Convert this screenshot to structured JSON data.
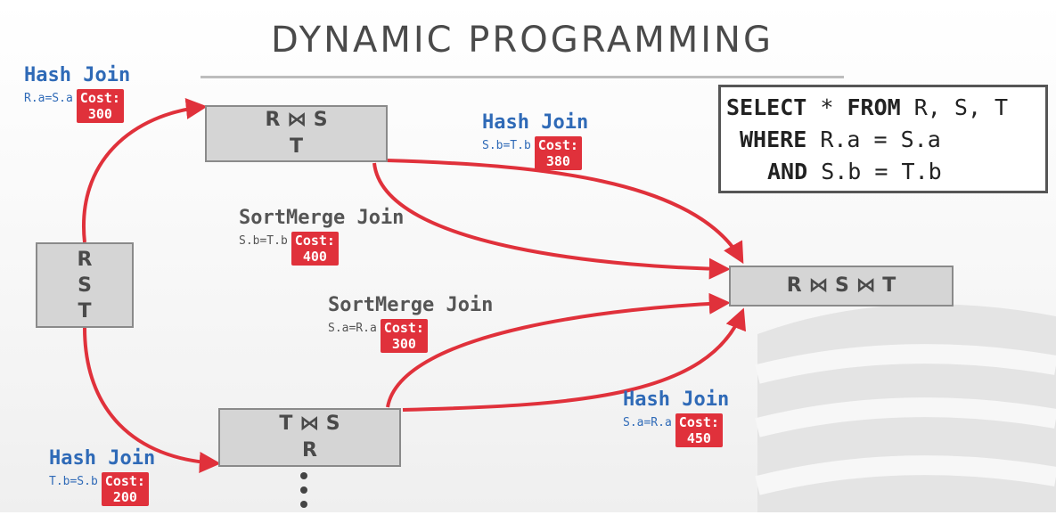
{
  "title": "DYNAMIC PROGRAMMING",
  "query": {
    "line1": {
      "kw1": "SELECT",
      "t1": " * ",
      "kw2": "FROM",
      "t2": " R, S, T"
    },
    "line2": {
      "kw": "WHERE",
      "t": " R.a = S.a"
    },
    "line3": {
      "kw": "AND",
      "t": " S.b = T.b"
    }
  },
  "nodes": {
    "start": {
      "lines": [
        "R",
        "S",
        "T"
      ]
    },
    "rs_t": {
      "lines": [
        "R ⋈ S",
        "T"
      ]
    },
    "ts_r": {
      "lines": [
        "T ⋈ S",
        "R"
      ]
    },
    "final": {
      "lines": [
        "R ⋈ S ⋈ T"
      ]
    }
  },
  "edges": {
    "start_to_rs": {
      "op": "Hash Join",
      "cond": "R.a=S.a",
      "cost_label": "Cost:",
      "cost": "300"
    },
    "start_to_ts": {
      "op": "Hash Join",
      "cond": "T.b=S.b",
      "cost_label": "Cost:",
      "cost": "200"
    },
    "rs_hash": {
      "op": "Hash Join",
      "cond": "S.b=T.b",
      "cost_label": "Cost:",
      "cost": "380"
    },
    "rs_sortmerge": {
      "op": "SortMerge Join",
      "cond": "S.b=T.b",
      "cost_label": "Cost:",
      "cost": "400"
    },
    "ts_sortmerge": {
      "op": "SortMerge Join",
      "cond": "S.a=R.a",
      "cost_label": "Cost:",
      "cost": "300"
    },
    "ts_hash": {
      "op": "Hash Join",
      "cond": "S.a=R.a",
      "cost_label": "Cost:",
      "cost": "450"
    }
  },
  "colors": {
    "edge": "#e0313b",
    "cost_bg": "#e0313b",
    "op_blue": "#2f6ab7",
    "op_gray": "#555555"
  }
}
